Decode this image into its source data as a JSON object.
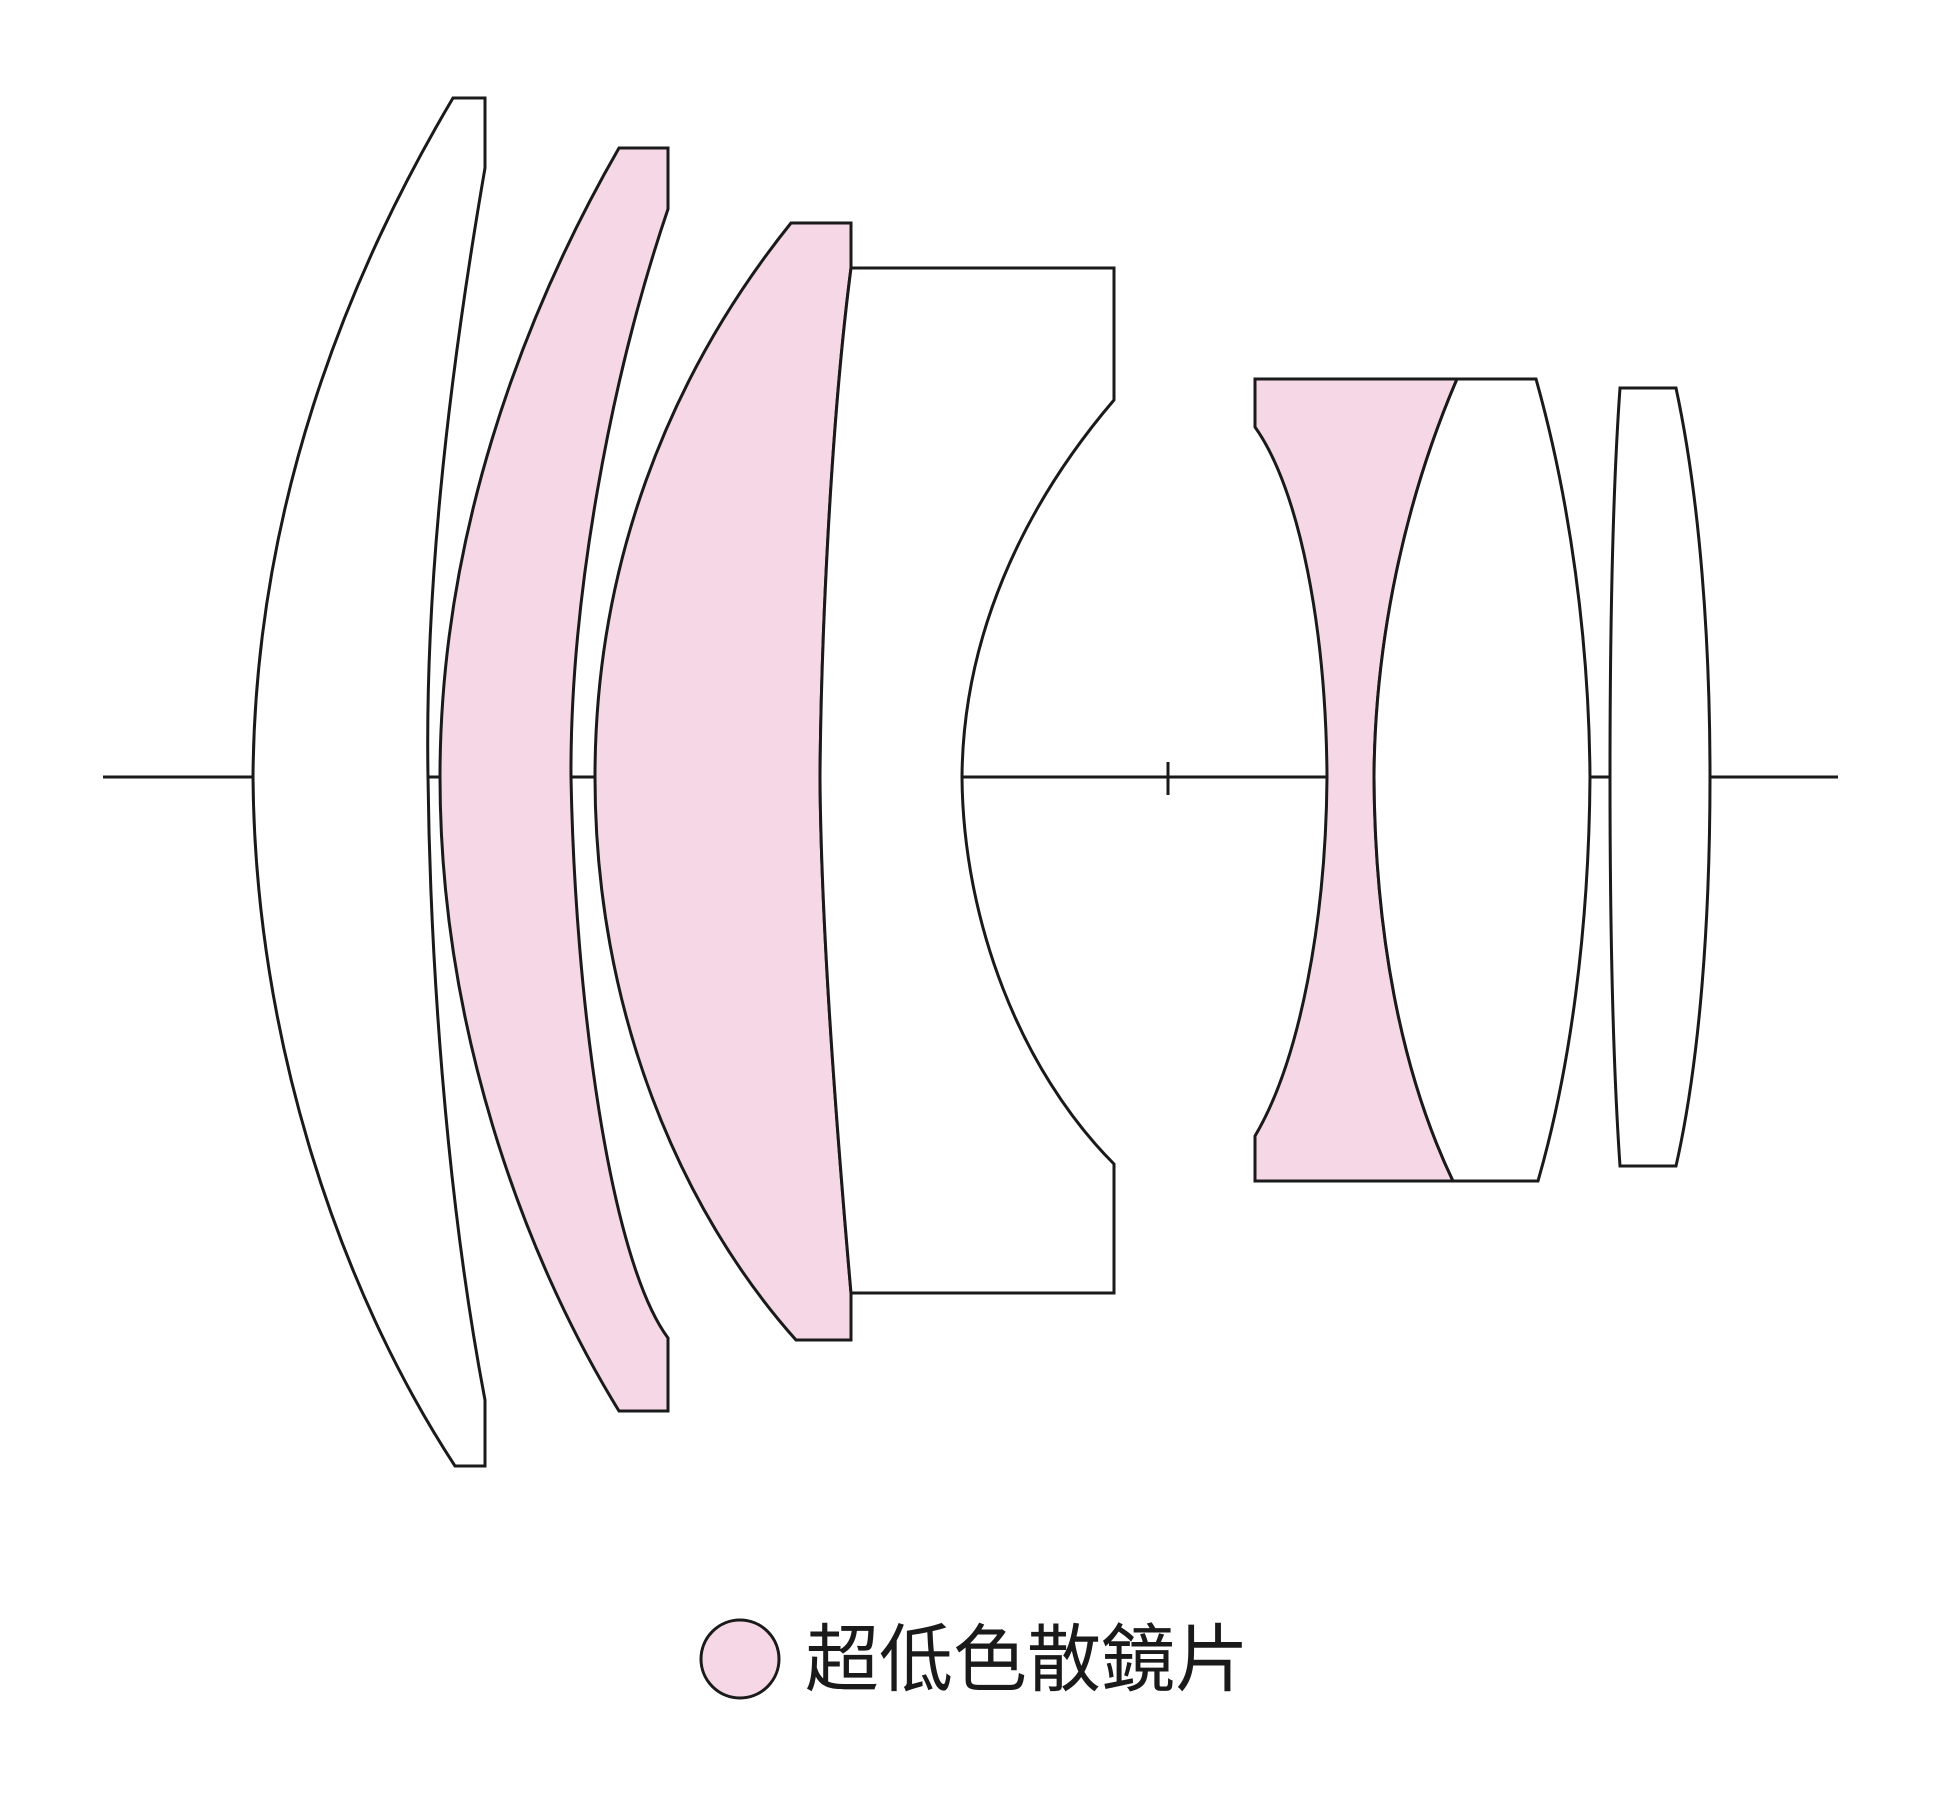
{
  "colors": {
    "stroke": "#1a1a1a",
    "ed_fill": "#f5d7e5",
    "normal_fill": "#ffffff",
    "background": "#ffffff"
  },
  "legend": {
    "swatch_color": "#f5d7e5",
    "label": "超低色散鏡片"
  },
  "elements": [
    {
      "name": "lens-element-1",
      "type": "normal"
    },
    {
      "name": "lens-element-2",
      "type": "ed"
    },
    {
      "name": "lens-element-3",
      "type": "ed"
    },
    {
      "name": "lens-element-4",
      "type": "normal"
    },
    {
      "name": "lens-element-5",
      "type": "ed"
    },
    {
      "name": "lens-element-6",
      "type": "normal"
    },
    {
      "name": "lens-element-7",
      "type": "normal"
    }
  ]
}
